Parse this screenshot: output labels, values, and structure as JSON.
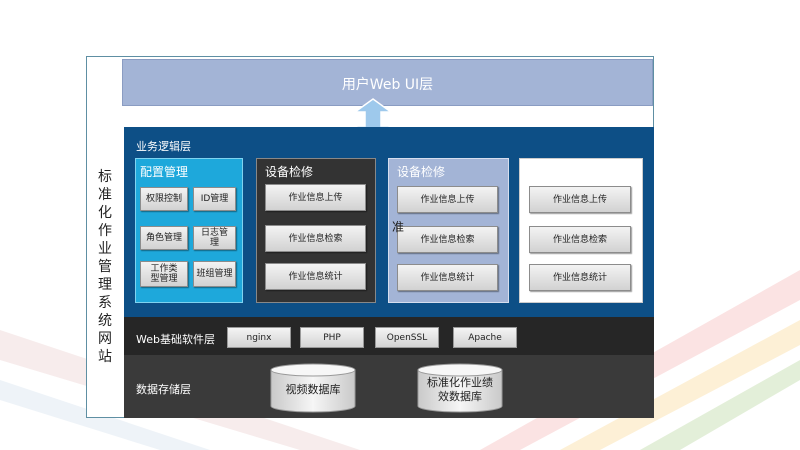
{
  "side_title": "标准化作业管理系统网站",
  "ui_layer": {
    "label": "用户Web UI层"
  },
  "logic_layer": {
    "title": "业务逻辑层",
    "config_panel": {
      "title": "配置管理",
      "buttons": [
        "权限控制",
        "ID管理",
        "角色管理",
        "日志管理",
        "工作类型管理",
        "班组管理"
      ]
    },
    "maint_panel_dark": {
      "title": "设备检修",
      "buttons": [
        "作业信息上传",
        "作业信息检索",
        "作业信息统计"
      ]
    },
    "maint_panel_light": {
      "title": "设备检修",
      "buttons": [
        "作业信息上传",
        "作业信息检索",
        "作业信息统计"
      ]
    },
    "stray_char": "准",
    "white_panel": {
      "buttons": [
        "作业信息上传",
        "作业信息检索",
        "作业信息统计"
      ]
    }
  },
  "web_layer": {
    "title": "Web基础软件层",
    "items": [
      "nginx",
      "PHP",
      "OpenSSL",
      "Apache"
    ]
  },
  "data_layer": {
    "title": "数据存储层",
    "databases": [
      "视频数据库",
      "标准化作业绩效数据库"
    ]
  },
  "colors": {
    "ui_layer": "#a3b4d6",
    "logic_layer": "#0d4f86",
    "config_panel": "#1ea8db",
    "dark_panel": "#333333",
    "light_panel": "#a3b4d6",
    "web_layer": "#262626",
    "data_layer": "#3a3a3a",
    "arrow": "#9ec9ec"
  }
}
